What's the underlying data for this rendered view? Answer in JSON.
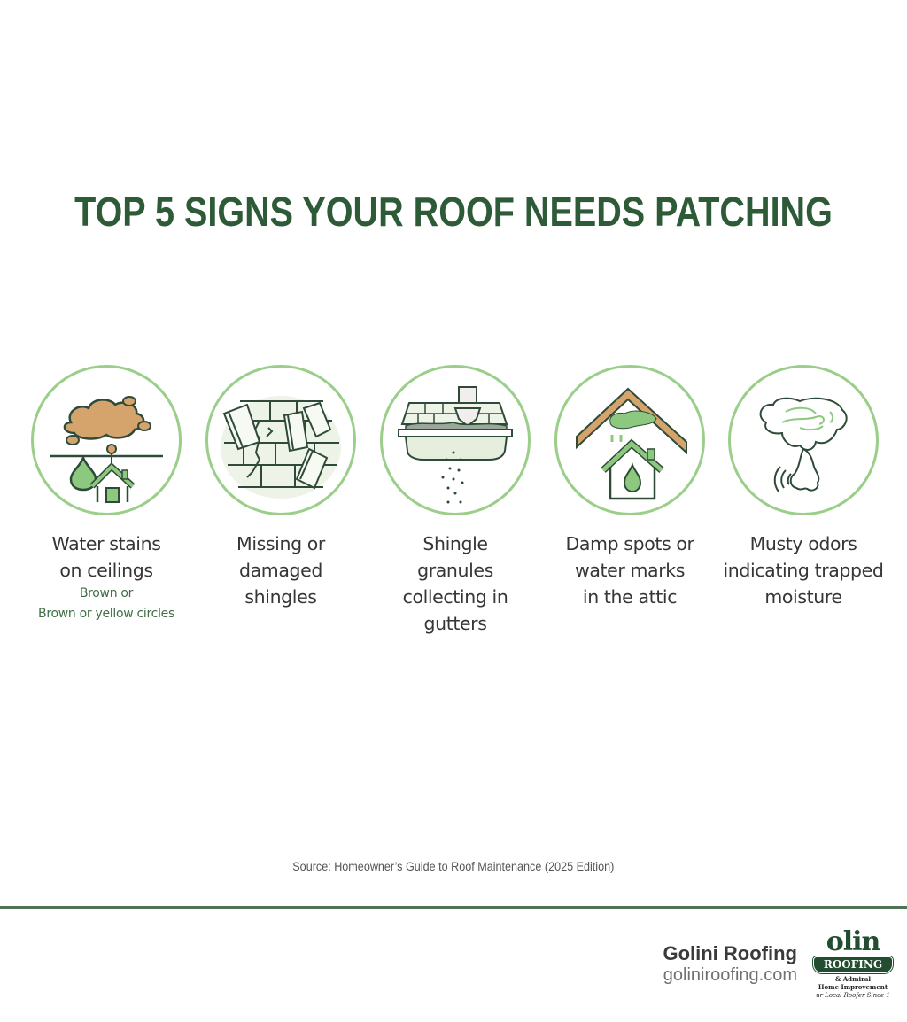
{
  "title": "TOP 5 SIGNS YOUR ROOF NEEDS PATCHING",
  "colors": {
    "title_green": "#2d5a37",
    "circle_border": "#9bce8b",
    "icon_green": "#8cc97e",
    "icon_brown": "#d4a46c",
    "stroke_dark": "#2f4a38",
    "divider": "#4e7356"
  },
  "signs": [
    {
      "icon": "water-stain-icon",
      "label_lines": [
        "Water stains",
        "on ceilings"
      ],
      "sublabel_lines": [
        "Brown or",
        "Brown or yellow circles"
      ]
    },
    {
      "icon": "damaged-shingles-icon",
      "label_lines": [
        "Missing or",
        "damaged",
        "shingles"
      ],
      "sublabel_lines": []
    },
    {
      "icon": "gutter-granules-icon",
      "label_lines": [
        "Shingle",
        "granules",
        "collecting in",
        "gutters"
      ],
      "sublabel_lines": []
    },
    {
      "icon": "attic-damp-icon",
      "label_lines": [
        "Damp spots or",
        "water marks",
        "in the attic"
      ],
      "sublabel_lines": []
    },
    {
      "icon": "musty-odor-icon",
      "label_lines": [
        "Musty odors",
        "indicating trapped",
        "moisture"
      ],
      "sublabel_lines": []
    }
  ],
  "source": "Source: Homeowner’s Guide to Roof Maintenance (2025 Edition)",
  "footer": {
    "company_name": "Golini Roofing",
    "website": "goliniroofing.com",
    "logo": {
      "wordmark": "olin",
      "banner": "ROOFING",
      "line1": "& Admiral",
      "line2": "Home Improvement",
      "tagline": "ur Local Roofer Since 1"
    }
  }
}
